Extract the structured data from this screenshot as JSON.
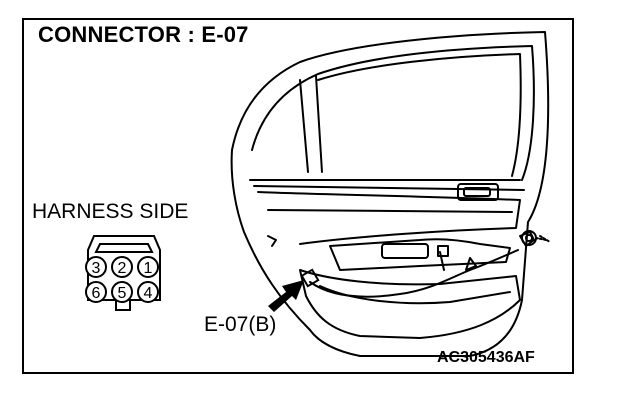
{
  "title": "CONNECTOR : E-07",
  "harness_label": "HARNESS SIDE",
  "callout_label": "E-07(B)",
  "reference_code": "AC305436AF",
  "connector": {
    "top_row": [
      "3",
      "2",
      "1"
    ],
    "bottom_row": [
      "6",
      "5",
      "4"
    ]
  },
  "icons": {
    "connector": "connector-face-icon",
    "arrow": "callout-arrow-icon",
    "door": "rear-door-drawing"
  }
}
